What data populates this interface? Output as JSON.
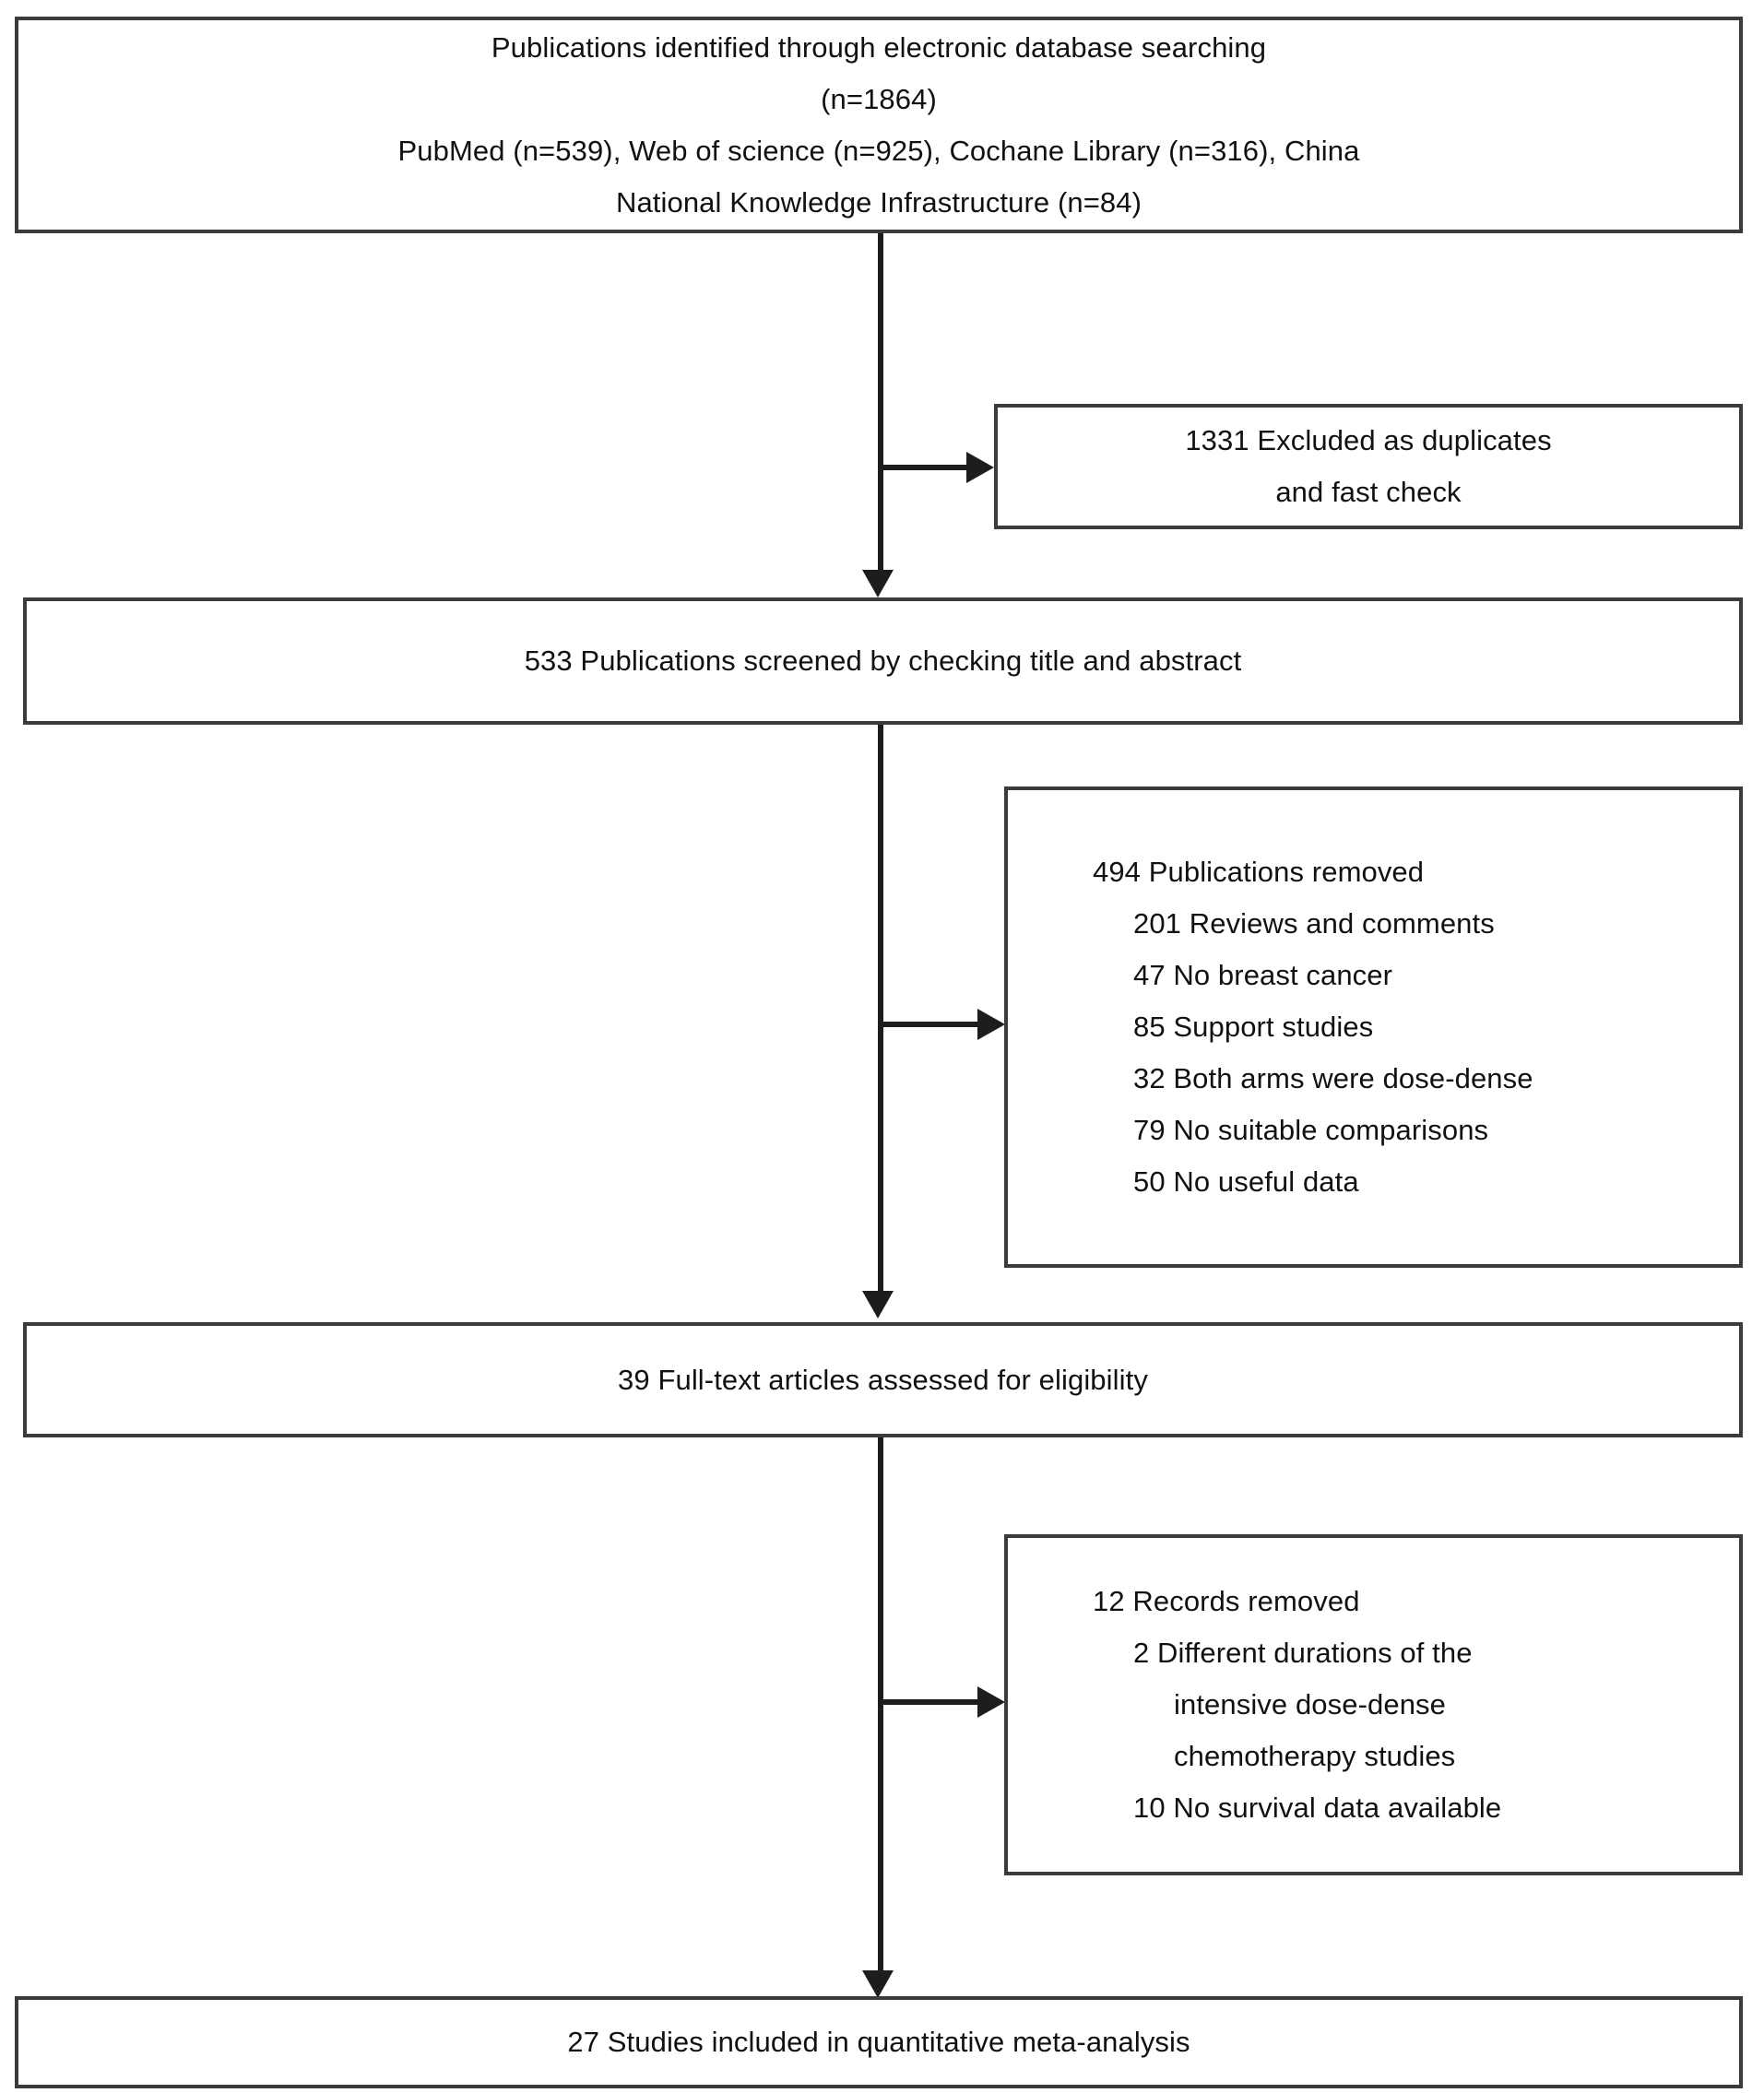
{
  "diagram": {
    "type": "prisma-flow-diagram",
    "title": "PRISMA study selection flow diagram",
    "identification_box": {
      "lines": [
        "Publications identified through electronic database searching",
        "(n=1864)",
        "PubMed (n=539), Web of science (n=925), Cochane Library (n=316), China",
        "National Knowledge Infrastructure (n=84)"
      ],
      "total_identified": 1864,
      "sources": [
        {
          "name": "PubMed",
          "n": 539
        },
        {
          "name": "Web of science",
          "n": 925
        },
        {
          "name": "Cochane Library",
          "n": 316
        },
        {
          "name": "China National Knowledge Infrastructure",
          "n": 84
        }
      ]
    },
    "duplicates_excluded_box": {
      "lines": [
        "1331 Excluded as duplicates",
        "and fast check"
      ],
      "count": 1331
    },
    "screening_box": {
      "lines": [
        "533 Publications screened by checking title and abstract"
      ],
      "count": 533
    },
    "publications_removed_box": {
      "heading": "494 Publications removed",
      "count": 494,
      "reasons": [
        {
          "n": 201,
          "label": "201 Reviews and comments"
        },
        {
          "n": 47,
          "label": "47 No breast cancer"
        },
        {
          "n": 85,
          "label": "85 Support studies"
        },
        {
          "n": 32,
          "label": "32 Both arms were dose-dense"
        },
        {
          "n": 79,
          "label": "79 No suitable comparisons"
        },
        {
          "n": 50,
          "label": "50 No useful data"
        }
      ]
    },
    "eligibility_box": {
      "lines": [
        "39 Full-text articles assessed for eligibility"
      ],
      "count": 39
    },
    "records_removed_box": {
      "heading": "12 Records removed",
      "count": 12,
      "reasons": [
        "2 Different durations of the",
        "intensive dose-dense",
        "chemotherapy studies",
        "10 No survival data available"
      ]
    },
    "included_box": {
      "lines": [
        "27 Studies included in quantitative meta-analysis"
      ],
      "count": 27
    },
    "colors": {
      "box_border": "#3b3b3b",
      "connector": "#1d1d1d",
      "text": "#111111",
      "background": "#ffffff"
    }
  }
}
